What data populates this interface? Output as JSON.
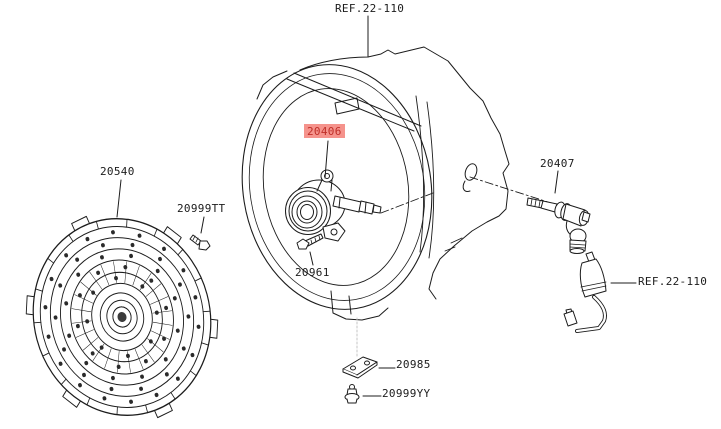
{
  "diagram": {
    "background_color": "#ffffff",
    "line_color": "#1c1c1c",
    "highlight_bg_color": "#f5938c",
    "highlight_text_color": "#bf2f28",
    "callouts": {
      "ref_top": "REF.22-110",
      "part_20540": "20540",
      "part_20999tt": "20999TT",
      "part_20406": "20406",
      "part_20961": "20961",
      "part_20407": "20407",
      "ref_right": "REF.22-110",
      "part_20985": "20985",
      "part_20999yy": "20999YY"
    }
  }
}
